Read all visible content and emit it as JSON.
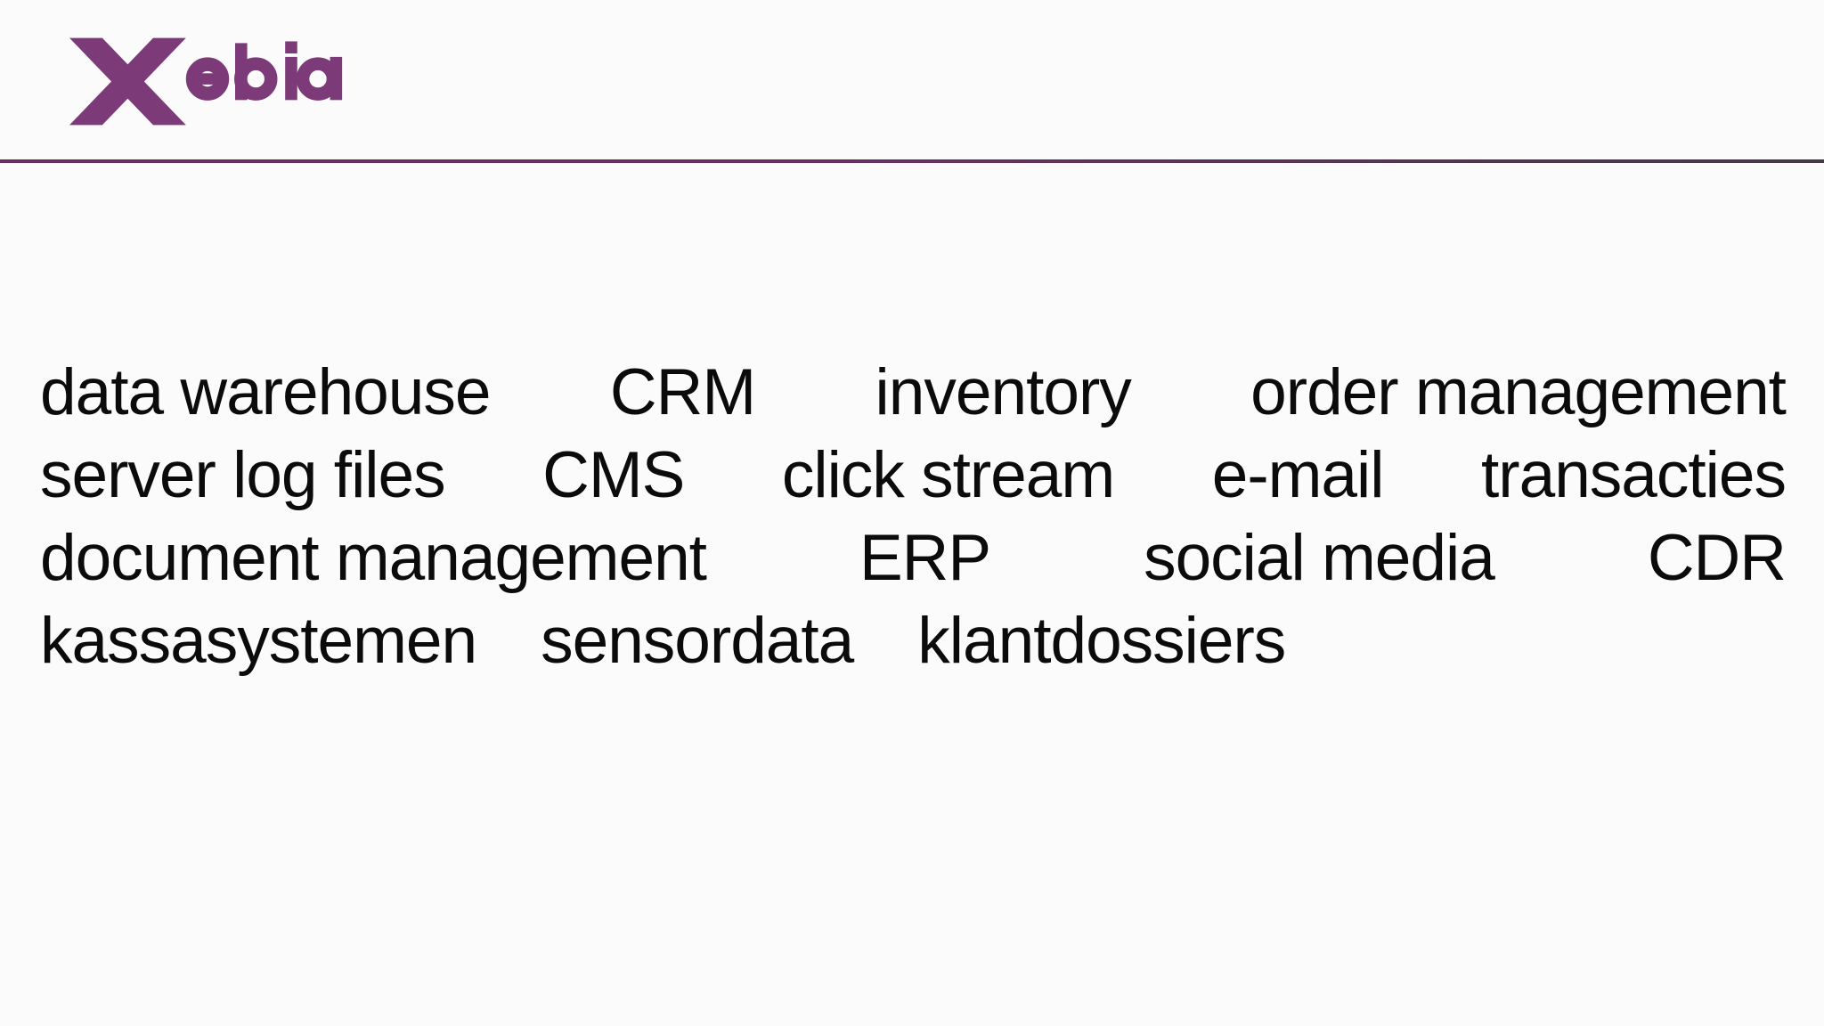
{
  "page": {
    "background": "#fcfbfc"
  },
  "logo": {
    "brand": "Xebia",
    "wordmark_x": "X",
    "wordmark_rest": "ebia",
    "color": "#7c3a78"
  },
  "divider": {
    "gradient_left": "#6b2e63",
    "gradient_right": "#443a47"
  },
  "terms": {
    "text_color": "#0b0b0b",
    "lines": [
      {
        "align": "justify",
        "items": [
          "data warehouse",
          "CRM",
          "inventory",
          "order management"
        ]
      },
      {
        "align": "justify",
        "items": [
          "server log files",
          "CMS",
          "click stream",
          "e-mail",
          "transacties"
        ]
      },
      {
        "align": "justify",
        "items": [
          "document management",
          "ERP",
          "social media",
          "CDR"
        ]
      },
      {
        "align": "left",
        "items": [
          "kassasystemen",
          "sensordata",
          "klantdossiers"
        ]
      }
    ]
  }
}
